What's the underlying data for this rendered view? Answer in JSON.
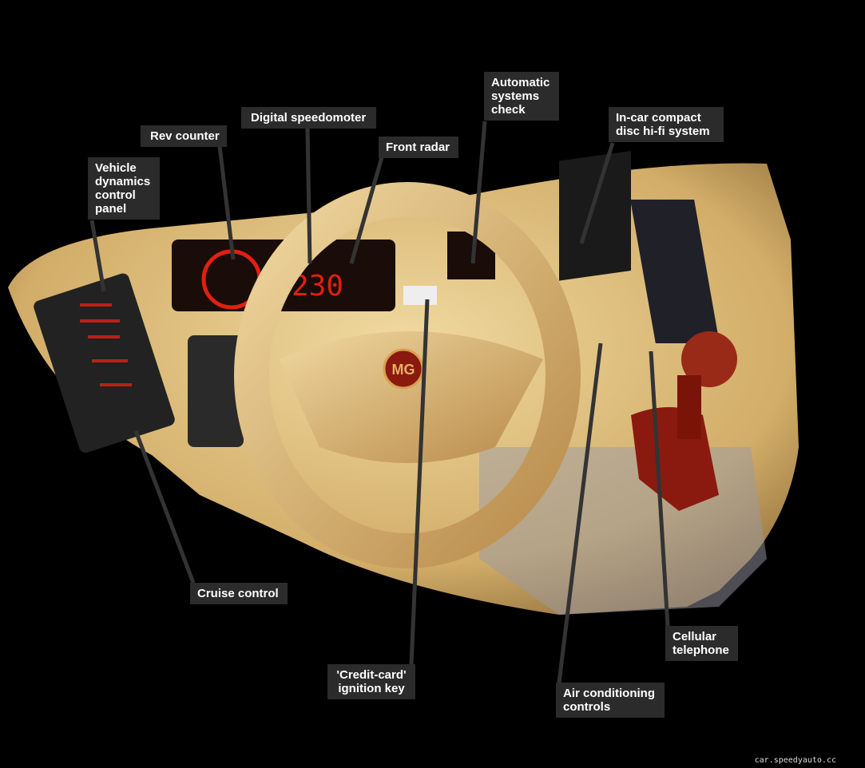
{
  "labels": {
    "vehicle_dynamics": "Vehicle dynamics control panel",
    "rev_counter": "Rev counter",
    "digital_speedometer": "Digital speedomoter",
    "front_radar": "Front radar",
    "automatic_systems": "Automatic systems check",
    "cd_hifi": "In-car compact disc hi-fi system",
    "cruise_control": "Cruise control",
    "ignition_key": "'Credit-card' ignition key",
    "air_conditioning": "Air conditioning controls",
    "cellular_telephone": "Cellular telephone"
  },
  "speed_readout": "230",
  "badge": "MG",
  "watermark": "car.speedyauto.cc",
  "colors": {
    "dash": "#d8b878",
    "label_bg": "#2b2b2b",
    "display_red": "#e02010",
    "gear_knob": "#8a1a10"
  }
}
